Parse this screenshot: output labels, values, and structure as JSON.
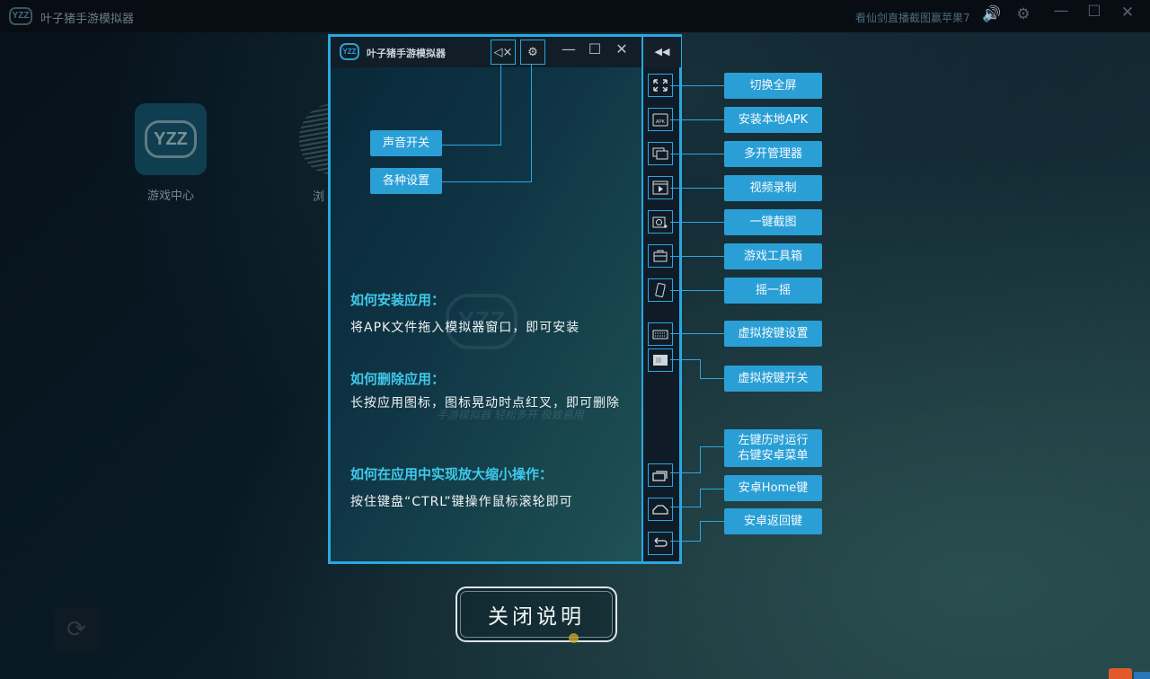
{
  "app": {
    "logo": "YZZ",
    "title": "叶子猪手游模拟器",
    "news": "看仙剑直播截图赢苹果7",
    "controls": [
      "volume-icon",
      "gear-icon",
      "minimize-icon",
      "maximize-icon",
      "close-icon"
    ]
  },
  "desktop": {
    "icons": [
      {
        "label": "游戏中心",
        "logo": "YZZ"
      },
      {
        "label": "浏"
      }
    ],
    "refresh_icon": "⟳"
  },
  "emulator": {
    "logo": "YZZ",
    "title": "叶子猪手游模拟器",
    "mute_icon": "🔇",
    "settings_icon": "⚙",
    "minimize": "—",
    "maximize": "☐",
    "close": "✕",
    "collapse": "◀◀",
    "watermark_logo": "YZZ",
    "watermark_text": "手游模拟器  轻松多开  极致易用",
    "help": [
      {
        "question": "如何安装应用：",
        "answer": "将APK文件拖入模拟器窗口，即可安装"
      },
      {
        "question": "如何删除应用：",
        "answer": "长按应用图标，图标晃动时点红叉，即可删除"
      },
      {
        "question": "如何在应用中实现放大缩小操作：",
        "answer": "按住键盘“CTRL”键操作鼠标滚轮即可"
      }
    ]
  },
  "callouts": {
    "sound": "声音开关",
    "settings": "各种设置",
    "sidebar": [
      {
        "label": "切换全屏",
        "icon": "fullscreen-icon"
      },
      {
        "label": "安装本地APK",
        "icon": "apk-icon"
      },
      {
        "label": "多开管理器",
        "icon": "multi-window-icon"
      },
      {
        "label": "视频录制",
        "icon": "video-record-icon"
      },
      {
        "label": "一键截图",
        "icon": "screenshot-icon"
      },
      {
        "label": "游戏工具箱",
        "icon": "toolbox-icon"
      },
      {
        "label": "摇一摇",
        "icon": "shake-icon"
      },
      {
        "label": "虚拟按键设置",
        "icon": "keyboard-settings-icon"
      },
      {
        "label": "虚拟按键开关",
        "icon": "keyboard-toggle-icon"
      },
      {
        "label": "左键历时运行\n右键安卓菜单",
        "label_line1": "左键历时运行",
        "label_line2": "右键安卓菜单",
        "icon": "recent-apps-icon"
      },
      {
        "label": "安卓Home键",
        "icon": "home-icon"
      },
      {
        "label": "安卓返回键",
        "icon": "back-icon"
      }
    ]
  },
  "close_guide": "关闭说明",
  "colors": {
    "accent": "#2aa7df",
    "tag": "#2a9fd6",
    "question": "#3fc9ea"
  }
}
